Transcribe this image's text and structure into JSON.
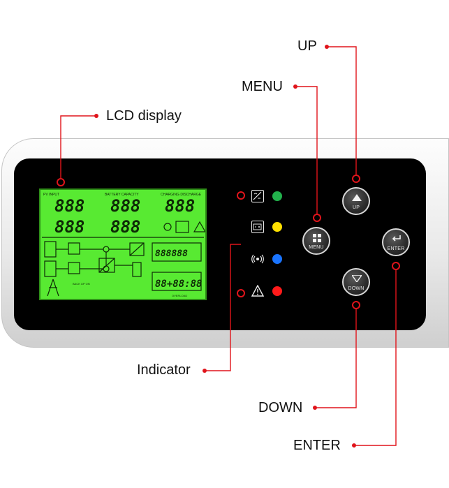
{
  "callouts": {
    "up": "UP",
    "menu": "MENU",
    "lcd": "LCD display",
    "indicator": "Indicator",
    "down": "DOWN",
    "enter": "ENTER"
  },
  "buttons": {
    "up": {
      "label": "UP",
      "icon": "triangle-up-icon"
    },
    "menu": {
      "label": "MENU",
      "icon": "windows-grid-icon"
    },
    "enter": {
      "label": "ENTER",
      "icon": "enter-return-icon"
    },
    "down": {
      "label": "DOWN",
      "icon": "triangle-down-icon"
    }
  },
  "indicators": [
    {
      "icon": "inverter-icon",
      "led_color": "#22b14c"
    },
    {
      "icon": "battery-icon",
      "led_color": "#ffe000"
    },
    {
      "icon": "wireless-icon",
      "led_color": "#1a74ff"
    },
    {
      "icon": "warning-icon",
      "led_color": "#ff1a1a"
    }
  ],
  "lcd": {
    "pv_input": "PV INPUT",
    "battery_capacity": "BATTERY CAPACITY",
    "charging_discharge": "CHARGING DISCHARGE",
    "seven_seg": "888",
    "load_digits": "888888",
    "time_digits": "88+88:88",
    "backup_on": "BACK UP ON",
    "overload": "OVERLOAD"
  },
  "colors": {
    "callout_accent": "#e0141b",
    "lcd_green": "#58ea32",
    "panel_black": "#000000"
  }
}
